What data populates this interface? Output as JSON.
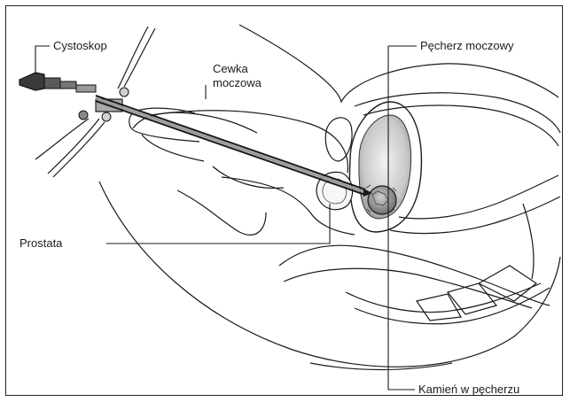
{
  "diagram": {
    "labels": {
      "cystoscope": "Cystoskop",
      "urethra_line1": "Cewka",
      "urethra_line2": "moczowa",
      "bladder": "Pęcherz moczowy",
      "prostate": "Prostata",
      "stone": "Kamień w pęcherzu"
    },
    "colors": {
      "line": "#1a1a1a",
      "bladder_fill": "#bdbdbd",
      "stone_fill": "#8a8a8a"
    }
  }
}
